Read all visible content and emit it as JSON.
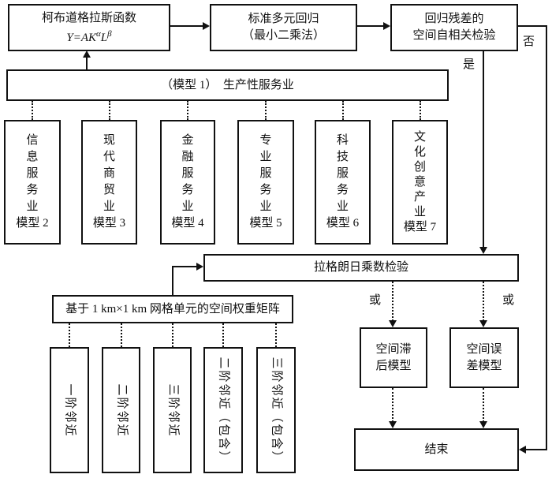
{
  "nodes": {
    "cobb": {
      "title": "柯布道格拉斯函数",
      "formula": {
        "base1": "Y=AK",
        "sup1": "α",
        "base2": "L",
        "sup2": "β"
      }
    },
    "ols": {
      "line1": "标准多元回归",
      "line2": "（最小二乘法）"
    },
    "autocorr": {
      "line1": "回归残差的",
      "line2": "空间自相关检验"
    },
    "model1": {
      "label": "（模型 1）　生产性服务业"
    },
    "models": [
      {
        "chars": [
          "信",
          "息",
          "服",
          "务",
          "业"
        ],
        "tag": "模型 2"
      },
      {
        "chars": [
          "现",
          "代",
          "商",
          "贸",
          "业"
        ],
        "tag": "模型 3"
      },
      {
        "chars": [
          "金",
          "融",
          "服",
          "务",
          "业"
        ],
        "tag": "模型 4"
      },
      {
        "chars": [
          "专",
          "业",
          "服",
          "务",
          "业"
        ],
        "tag": "模型 5"
      },
      {
        "chars": [
          "科",
          "技",
          "服",
          "务",
          "业"
        ],
        "tag": "模型 6"
      },
      {
        "chars": [
          "文",
          "化",
          "创",
          "意",
          "产",
          "业"
        ],
        "tag": "模型 7"
      }
    ],
    "lagrange": {
      "label": "拉格朗日乘数检验"
    },
    "weight_matrix": {
      "label": "基于 1 km×1 km 网格单元的空间权重矩阵"
    },
    "neighbors": [
      {
        "label": "一阶邻近"
      },
      {
        "label": "二阶邻近"
      },
      {
        "label": "三阶邻近"
      },
      {
        "label": "二阶邻近（包含）"
      },
      {
        "label": "三阶邻近（包含）"
      }
    ],
    "spatial_lag": {
      "line1": "空间滞",
      "line2": "后模型"
    },
    "spatial_error": {
      "line1": "空间误",
      "line2": "差模型"
    },
    "end": {
      "label": "结束"
    }
  },
  "edge_labels": {
    "yes": "是",
    "no": "否",
    "or_left": "或",
    "or_right": "或"
  },
  "colors": {
    "line": "#111111",
    "background": "#ffffff"
  }
}
